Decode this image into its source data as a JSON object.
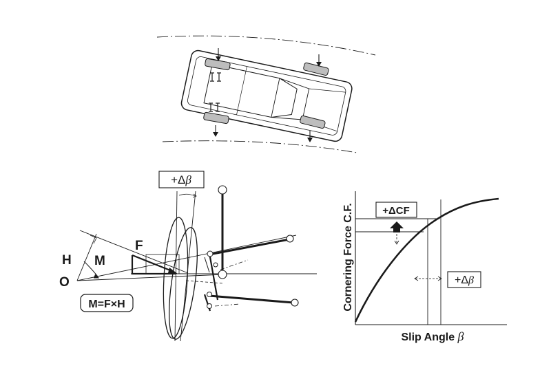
{
  "delta_beta_top": {
    "prefix": "+Δ",
    "symbol": "β"
  },
  "label_F": "F",
  "label_H": "H",
  "label_M": "M",
  "label_O": "O",
  "formula": "M=F×H",
  "graph": {
    "ylabel": "Cornering Force C.F.",
    "xlabel_text": "Slip Angle ",
    "xlabel_symbol": "β",
    "delta_cf": "+ΔCF",
    "delta_beta": {
      "prefix": "+Δ",
      "symbol": "β"
    }
  },
  "colors": {
    "ink": "#1a1a1a",
    "background": "#ffffff"
  }
}
